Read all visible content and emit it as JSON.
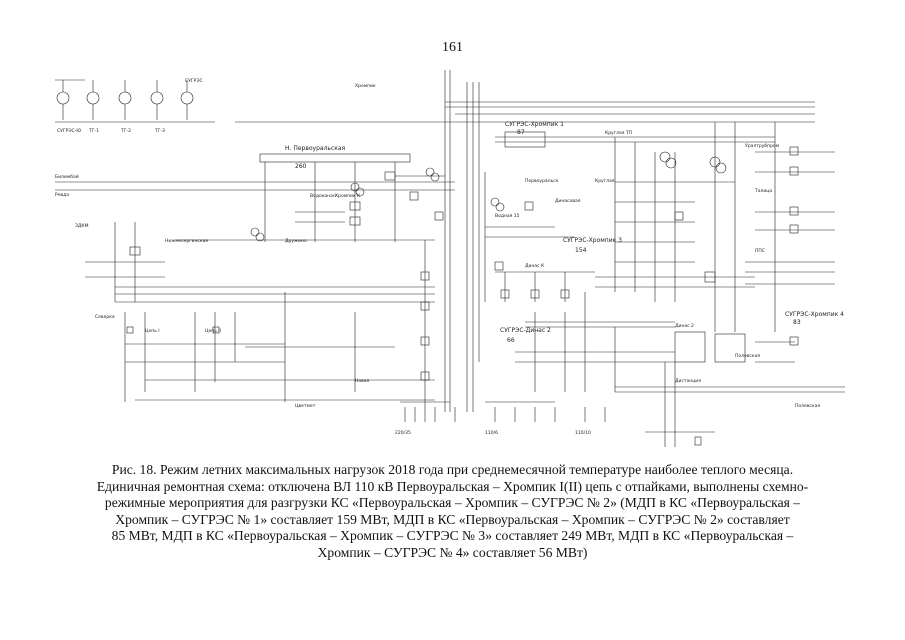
{
  "page_number": "161",
  "caption": {
    "lines": [
      "Рис. 18. Режим летних максимальных нагрузок 2018 года при среднемесячной температуре наиболее теплого месяца.",
      "Единичная ремонтная схема: отключена ВЛ 110 кВ Первоуральская – Хромпик I(II) цепь с отпайками, выполнены схемно-",
      "режимные мероприятия для разгрузки КС «Первоуральская – Хромпик – СУГРЭС № 2» (МДП в КС «Первоуральская –",
      "Хромпик – СУГРЭС № 1» составляет 159 МВт, МДП в КС «Первоуральская – Хромпик – СУГРЭС № 2» составляет",
      "85 МВт, МДП в КС «Первоуральская – Хромпик – СУГРЭС № 3» составляет 249 МВт, МДП в КС «Первоуральская –",
      "Хромпик – СУГРЭС № 4» составляет 56 МВт)"
    ]
  },
  "diagram": {
    "labels": {
      "pervouralskaya": "Н. Первоуральская",
      "pervouralskaya_num": "260",
      "sugres_khrompik_1": "СУГРЭС-Хромпик 1",
      "sugres_khrompik_1_num": "87",
      "sugres_khrompik_3": "СУГРЭС-Хромпик 3",
      "sugres_khrompik_3_num": "154",
      "sugres_khrompik_4": "СУГРЭС-Хромпик 4",
      "sugres_khrompik_4_num": "83",
      "sugres_dinas_2": "СУГРЭС-Динас 2",
      "sugres_dinas_2_num": "66",
      "khrompik_k": "Хромпик К",
      "kruglaya": "Круглая ТП",
      "vodnaya": "Водная 15",
      "dinas": "Динас К",
      "dinas_2": "Динас 2"
    }
  }
}
